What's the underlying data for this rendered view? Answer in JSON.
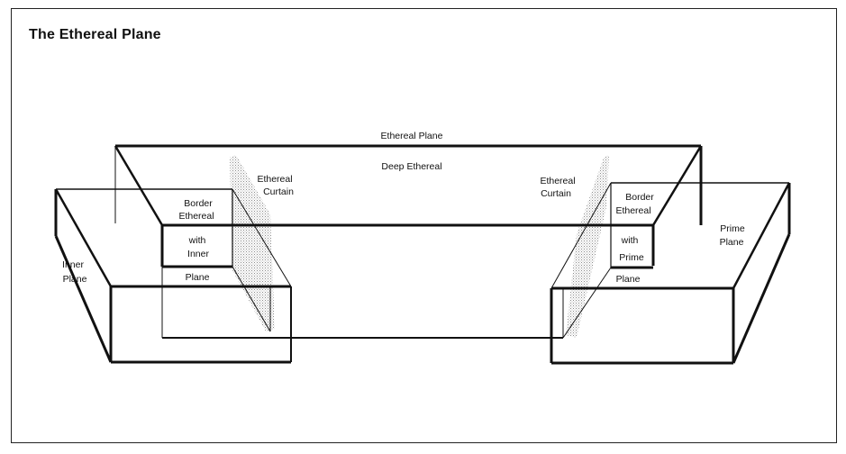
{
  "title": "The Ethereal Plane",
  "labels": {
    "ethereal_plane": "Ethereal Plane",
    "deep_ethereal": "Deep Ethereal",
    "curtain_left": [
      "Ethereal",
      "Curtain"
    ],
    "curtain_right": [
      "Ethereal",
      "Curtain"
    ],
    "border_left": [
      "Border",
      "Ethereal",
      "with",
      "Inner",
      "Plane"
    ],
    "border_right": [
      "Border",
      "Ethereal",
      "with",
      "Prime",
      "Plane"
    ],
    "inner_plane": [
      "Inner",
      "Plane"
    ],
    "prime_plane": [
      "Prime",
      "Plane"
    ]
  }
}
